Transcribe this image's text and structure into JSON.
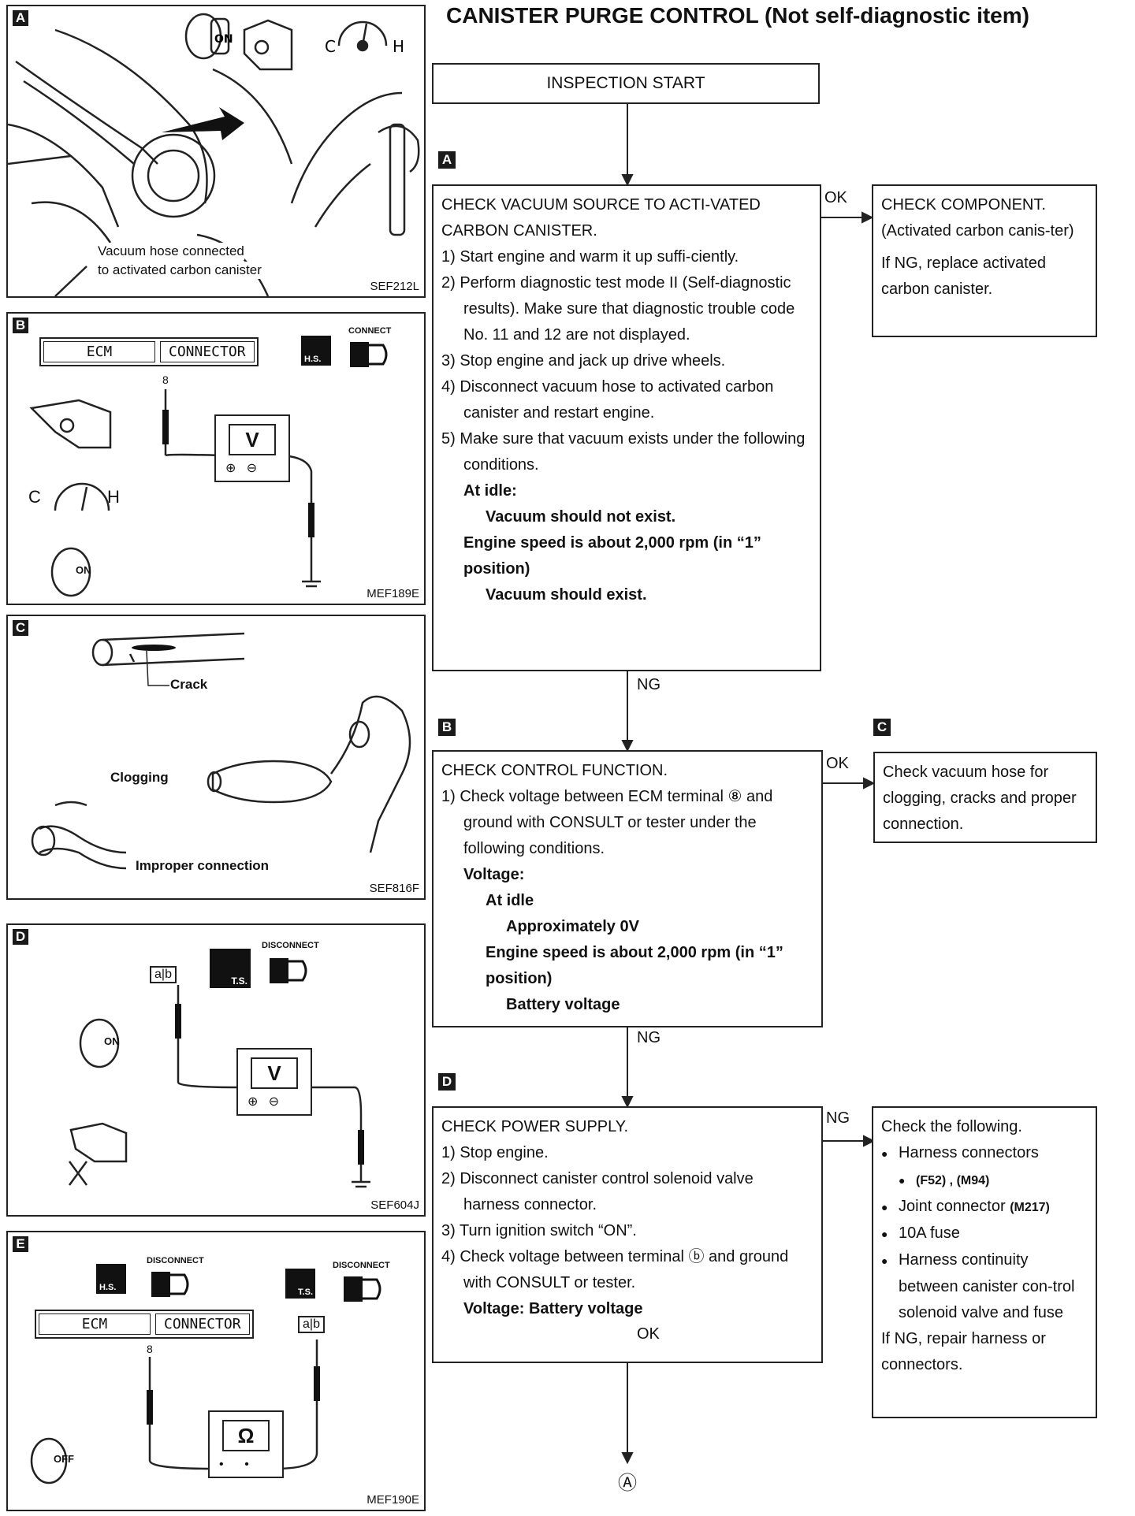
{
  "title": "CANISTER PURGE CONTROL (Not self-diagnostic item)",
  "panels": {
    "A": {
      "tag": "A",
      "code": "SEF212L",
      "caption1": "Vacuum hose connected",
      "caption2": "to activated carbon canister",
      "ignition": "ON",
      "gauge_c": "C",
      "gauge_h": "H"
    },
    "B": {
      "tag": "B",
      "code": "MEF189E",
      "ecm": "ECM",
      "connector": "CONNECTOR",
      "pin": "8",
      "meter": "V",
      "connect": "CONNECT",
      "hs": "H.S.",
      "ignition": "ON",
      "gauge_c": "C",
      "gauge_h": "H"
    },
    "C": {
      "tag": "C",
      "code": "SEF816F",
      "crack": "Crack",
      "clogging": "Clogging",
      "improper": "Improper connection"
    },
    "D": {
      "tag": "D",
      "code": "SEF604J",
      "disconnect": "DISCONNECT",
      "ts": "T.S.",
      "terminal_a": "a",
      "terminal_b": "b",
      "meter": "V",
      "ignition": "ON"
    },
    "E": {
      "tag": "E",
      "code": "MEF190E",
      "disconnect": "DISCONNECT",
      "hs": "H.S.",
      "ts": "T.S.",
      "ecm": "ECM",
      "connector": "CONNECTOR",
      "pin": "8",
      "meter": "Ω",
      "ignition": "OFF",
      "terminal_a": "a",
      "terminal_b": "b"
    }
  },
  "flow": {
    "start": "INSPECTION START",
    "stepA": {
      "tag": "A",
      "heading": "CHECK VACUUM SOURCE TO ACTI-VATED CARBON CANISTER.",
      "items": [
        "1) Start engine and warm it up suffi-ciently.",
        "2) Perform diagnostic test mode II (Self-diagnostic results). Make sure that diagnostic trouble code No. 11 and 12 are not displayed.",
        "3) Stop engine and jack up drive wheels.",
        "4) Disconnect vacuum hose to activated carbon canister and restart engine.",
        "5) Make sure that vacuum exists under the following conditions."
      ],
      "cond1": "At idle:",
      "cond1_val": "Vacuum should not exist.",
      "cond2": "Engine speed is about 2,000 rpm (in “1” position)",
      "cond2_val": "Vacuum should exist."
    },
    "ok1": "OK",
    "componentA": {
      "heading": "CHECK COMPONENT.",
      "sub": "(Activated carbon canis-ter)",
      "note": "If NG, replace activated carbon canister."
    },
    "ng1": "NG",
    "stepB": {
      "tag": "B",
      "heading": "CHECK CONTROL FUNCTION.",
      "item": "1) Check voltage between ECM terminal ⑧ and ground with CONSULT or tester under the following conditions.",
      "voltage": "Voltage:",
      "cond1": "At idle",
      "cond1_val": "Approximately 0V",
      "cond2": "Engine speed is about 2,000 rpm (in “1” position)",
      "cond2_val": "Battery voltage"
    },
    "ok2": "OK",
    "stepC": {
      "tag": "C",
      "text": "Check vacuum hose for clogging, cracks and proper connection."
    },
    "ng2": "NG",
    "stepD": {
      "tag": "D",
      "heading": "CHECK POWER SUPPLY.",
      "items": [
        "1) Stop engine.",
        "2) Disconnect canister control solenoid valve harness connector.",
        "3) Turn ignition switch “ON”.",
        "4) Check voltage between terminal ⓑ and ground with CONSULT or tester."
      ],
      "voltage": "Voltage: Battery voltage"
    },
    "ng3": "NG",
    "checkList": {
      "heading": "Check the following.",
      "items": [
        "Harness connectors",
        "Joint connector",
        "10A fuse",
        "Harness continuity between canister con-trol solenoid valve and fuse"
      ],
      "connectors": "(F52) , (M94)",
      "joint": "(M217)",
      "note": "If NG, repair harness or connectors."
    },
    "ok3": "OK",
    "next": "Ⓐ"
  }
}
